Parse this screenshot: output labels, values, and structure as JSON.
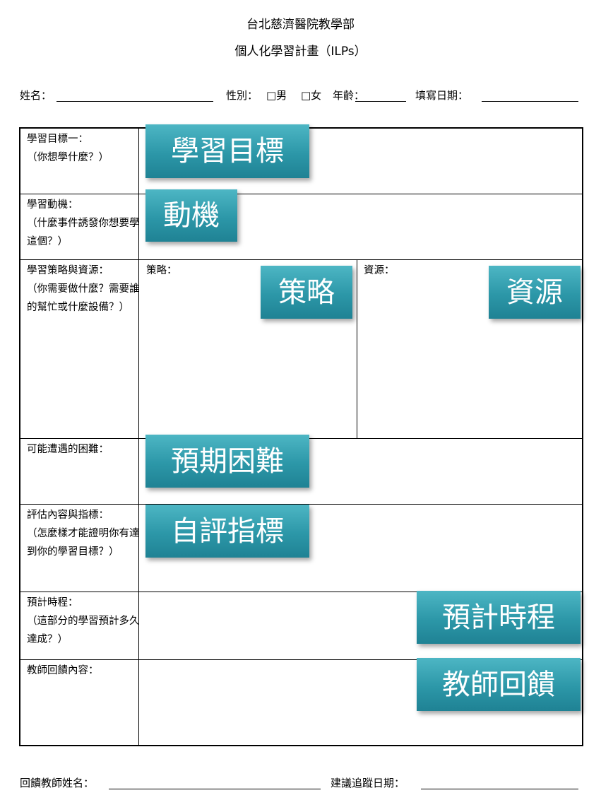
{
  "header": {
    "org": "台北慈濟醫院教學部",
    "title": "個人化學習計畫（ILPs）"
  },
  "info": {
    "name_label": "姓名：",
    "gender_label": "性別：",
    "male": "□男",
    "female": "□女",
    "age_label": "年齡：",
    "date_label": "填寫日期："
  },
  "rows": {
    "goal": "學習目標一：\n（你想學什麼？）",
    "motivation": "學習動機：\n（什麼事件誘發你想要學這個？）",
    "strategy": "學習策略與資源：\n（你需要做什麼？需要誰的幫忙或什麼設備？）",
    "strategy_sub": "策略：",
    "resource_sub": "資源：",
    "difficulty": "可能遭遇的困難：",
    "evaluation": "評估內容與指標：\n（怎麼樣才能證明你有達到你的學習目標？）",
    "schedule": "預計時程：\n（這部分的學習預計多久達成？）",
    "feedback": "教師回饋內容："
  },
  "tags": {
    "goal": "學習目標",
    "motivation": "動機",
    "strategy": "策略",
    "resource": "資源",
    "difficulty": "預期困難",
    "evaluation": "自評指標",
    "schedule": "預計時程",
    "feedback": "教師回饋"
  },
  "footer": {
    "teacher_label": "回饋教師姓名：",
    "followup_label": "建議追蹤日期："
  },
  "colors": {
    "tag_background": "#2c97a8",
    "tag_text": "#ffffff"
  }
}
